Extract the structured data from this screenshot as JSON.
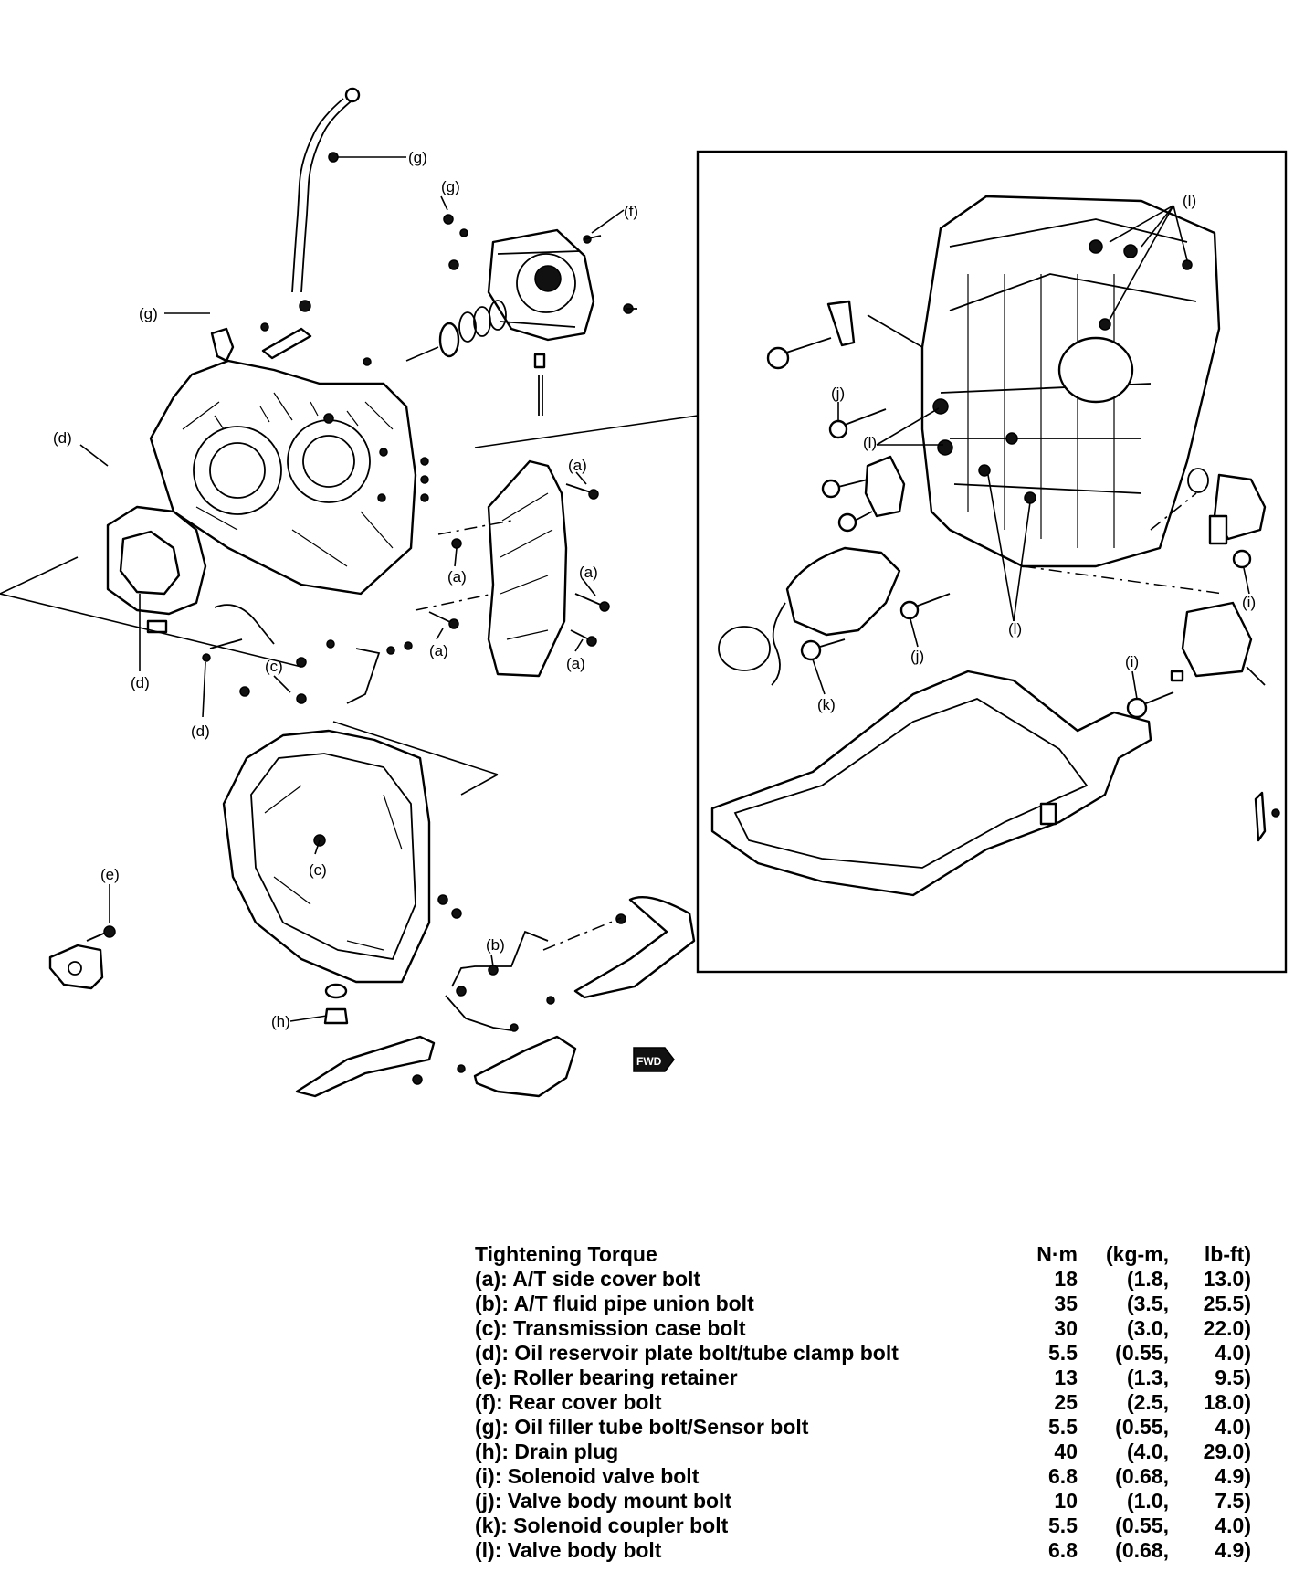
{
  "callouts": {
    "a": "(a)",
    "b": "(b)",
    "c": "(c)",
    "d": "(d)",
    "e": "(e)",
    "f": "(f)",
    "g": "(g)",
    "h": "(h)",
    "i": "(i)",
    "j": "(j)",
    "k": "(k)",
    "l": "(l)"
  },
  "fwd_label": "FWD",
  "torque_table": {
    "title": "Tightening Torque",
    "col_nm": "N·m",
    "col_kgm": "(kg-m,",
    "col_lbft": "lb-ft)",
    "rows": [
      {
        "label": "(a): A/T side cover bolt",
        "nm": "18",
        "kgm": "(1.8,",
        "lbft": "13.0)"
      },
      {
        "label": "(b): A/T fluid pipe union bolt",
        "nm": "35",
        "kgm": "(3.5,",
        "lbft": "25.5)"
      },
      {
        "label": "(c): Transmission case bolt",
        "nm": "30",
        "kgm": "(3.0,",
        "lbft": "22.0)"
      },
      {
        "label": "(d): Oil reservoir plate bolt/tube clamp bolt",
        "nm": "5.5",
        "kgm": "(0.55,",
        "lbft": "4.0)"
      },
      {
        "label": "(e): Roller bearing retainer",
        "nm": "13",
        "kgm": "(1.3,",
        "lbft": "9.5)"
      },
      {
        "label": "(f): Rear cover bolt",
        "nm": "25",
        "kgm": "(2.5,",
        "lbft": "18.0)"
      },
      {
        "label": "(g): Oil filler tube bolt/Sensor bolt",
        "nm": "5.5",
        "kgm": "(0.55,",
        "lbft": "4.0)"
      },
      {
        "label": "(h): Drain plug",
        "nm": "40",
        "kgm": "(4.0,",
        "lbft": "29.0)"
      },
      {
        "label": "(i): Solenoid valve bolt",
        "nm": "6.8",
        "kgm": "(0.68,",
        "lbft": "4.9)"
      },
      {
        "label": "(j): Valve body mount bolt",
        "nm": "10",
        "kgm": "(1.0,",
        "lbft": "7.5)"
      },
      {
        "label": "(k): Solenoid coupler bolt",
        "nm": "5.5",
        "kgm": "(0.55,",
        "lbft": "4.0)"
      },
      {
        "label": "(l): Valve body bolt",
        "nm": "6.8",
        "kgm": "(0.68,",
        "lbft": "4.9)"
      }
    ]
  }
}
